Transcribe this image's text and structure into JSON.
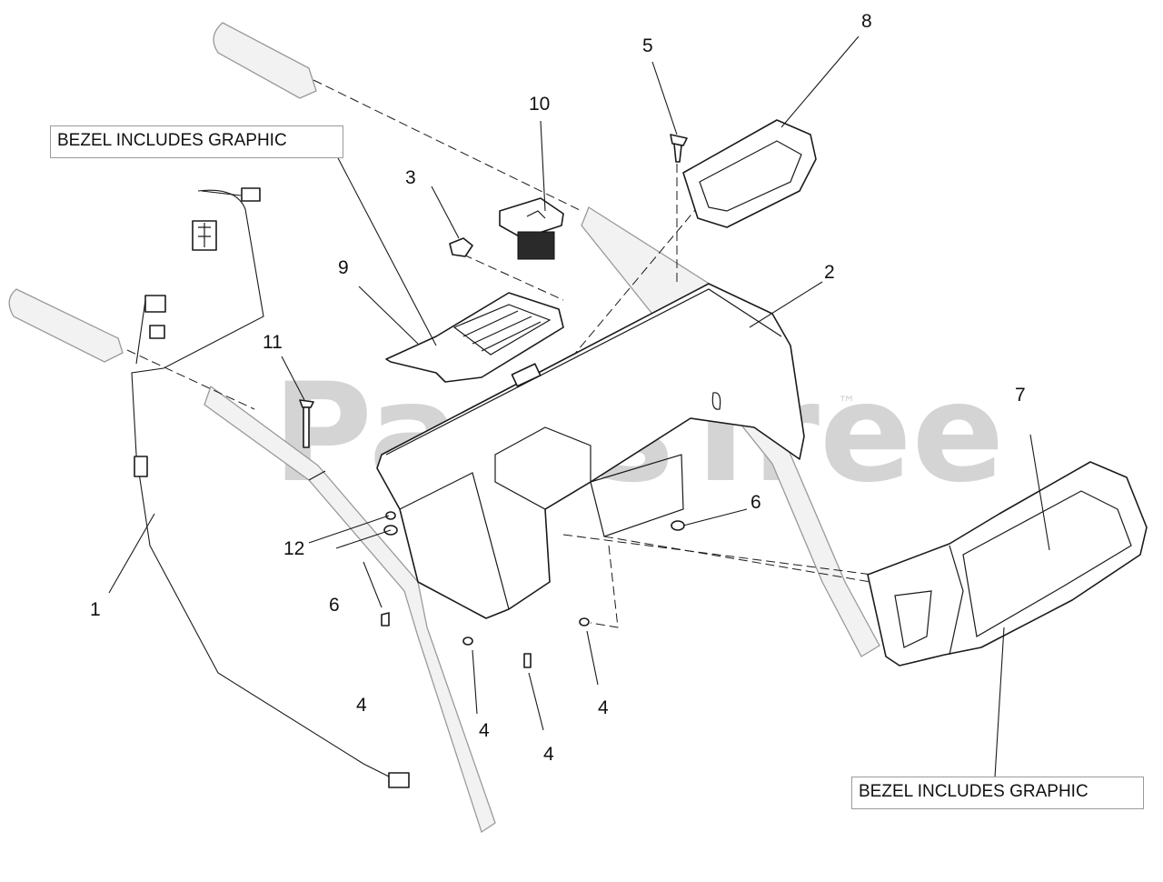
{
  "diagram": {
    "callouts": [
      {
        "id": "bezel-left",
        "text": "BEZEL INCLUDES GRAPHIC"
      },
      {
        "id": "bezel-right",
        "text": "BEZEL INCLUDES GRAPHIC"
      }
    ],
    "part_labels": {
      "p1": "1",
      "p2": "2",
      "p3": "3",
      "p4a": "4",
      "p4b": "4",
      "p4c": "4",
      "p4d": "4",
      "p5": "5",
      "p6a": "6",
      "p6b": "6",
      "p7": "7",
      "p8": "8",
      "p9": "9",
      "p10": "10",
      "p11": "11",
      "p12": "12"
    },
    "watermark": {
      "text": "PartsTree",
      "trademark": "™"
    }
  }
}
